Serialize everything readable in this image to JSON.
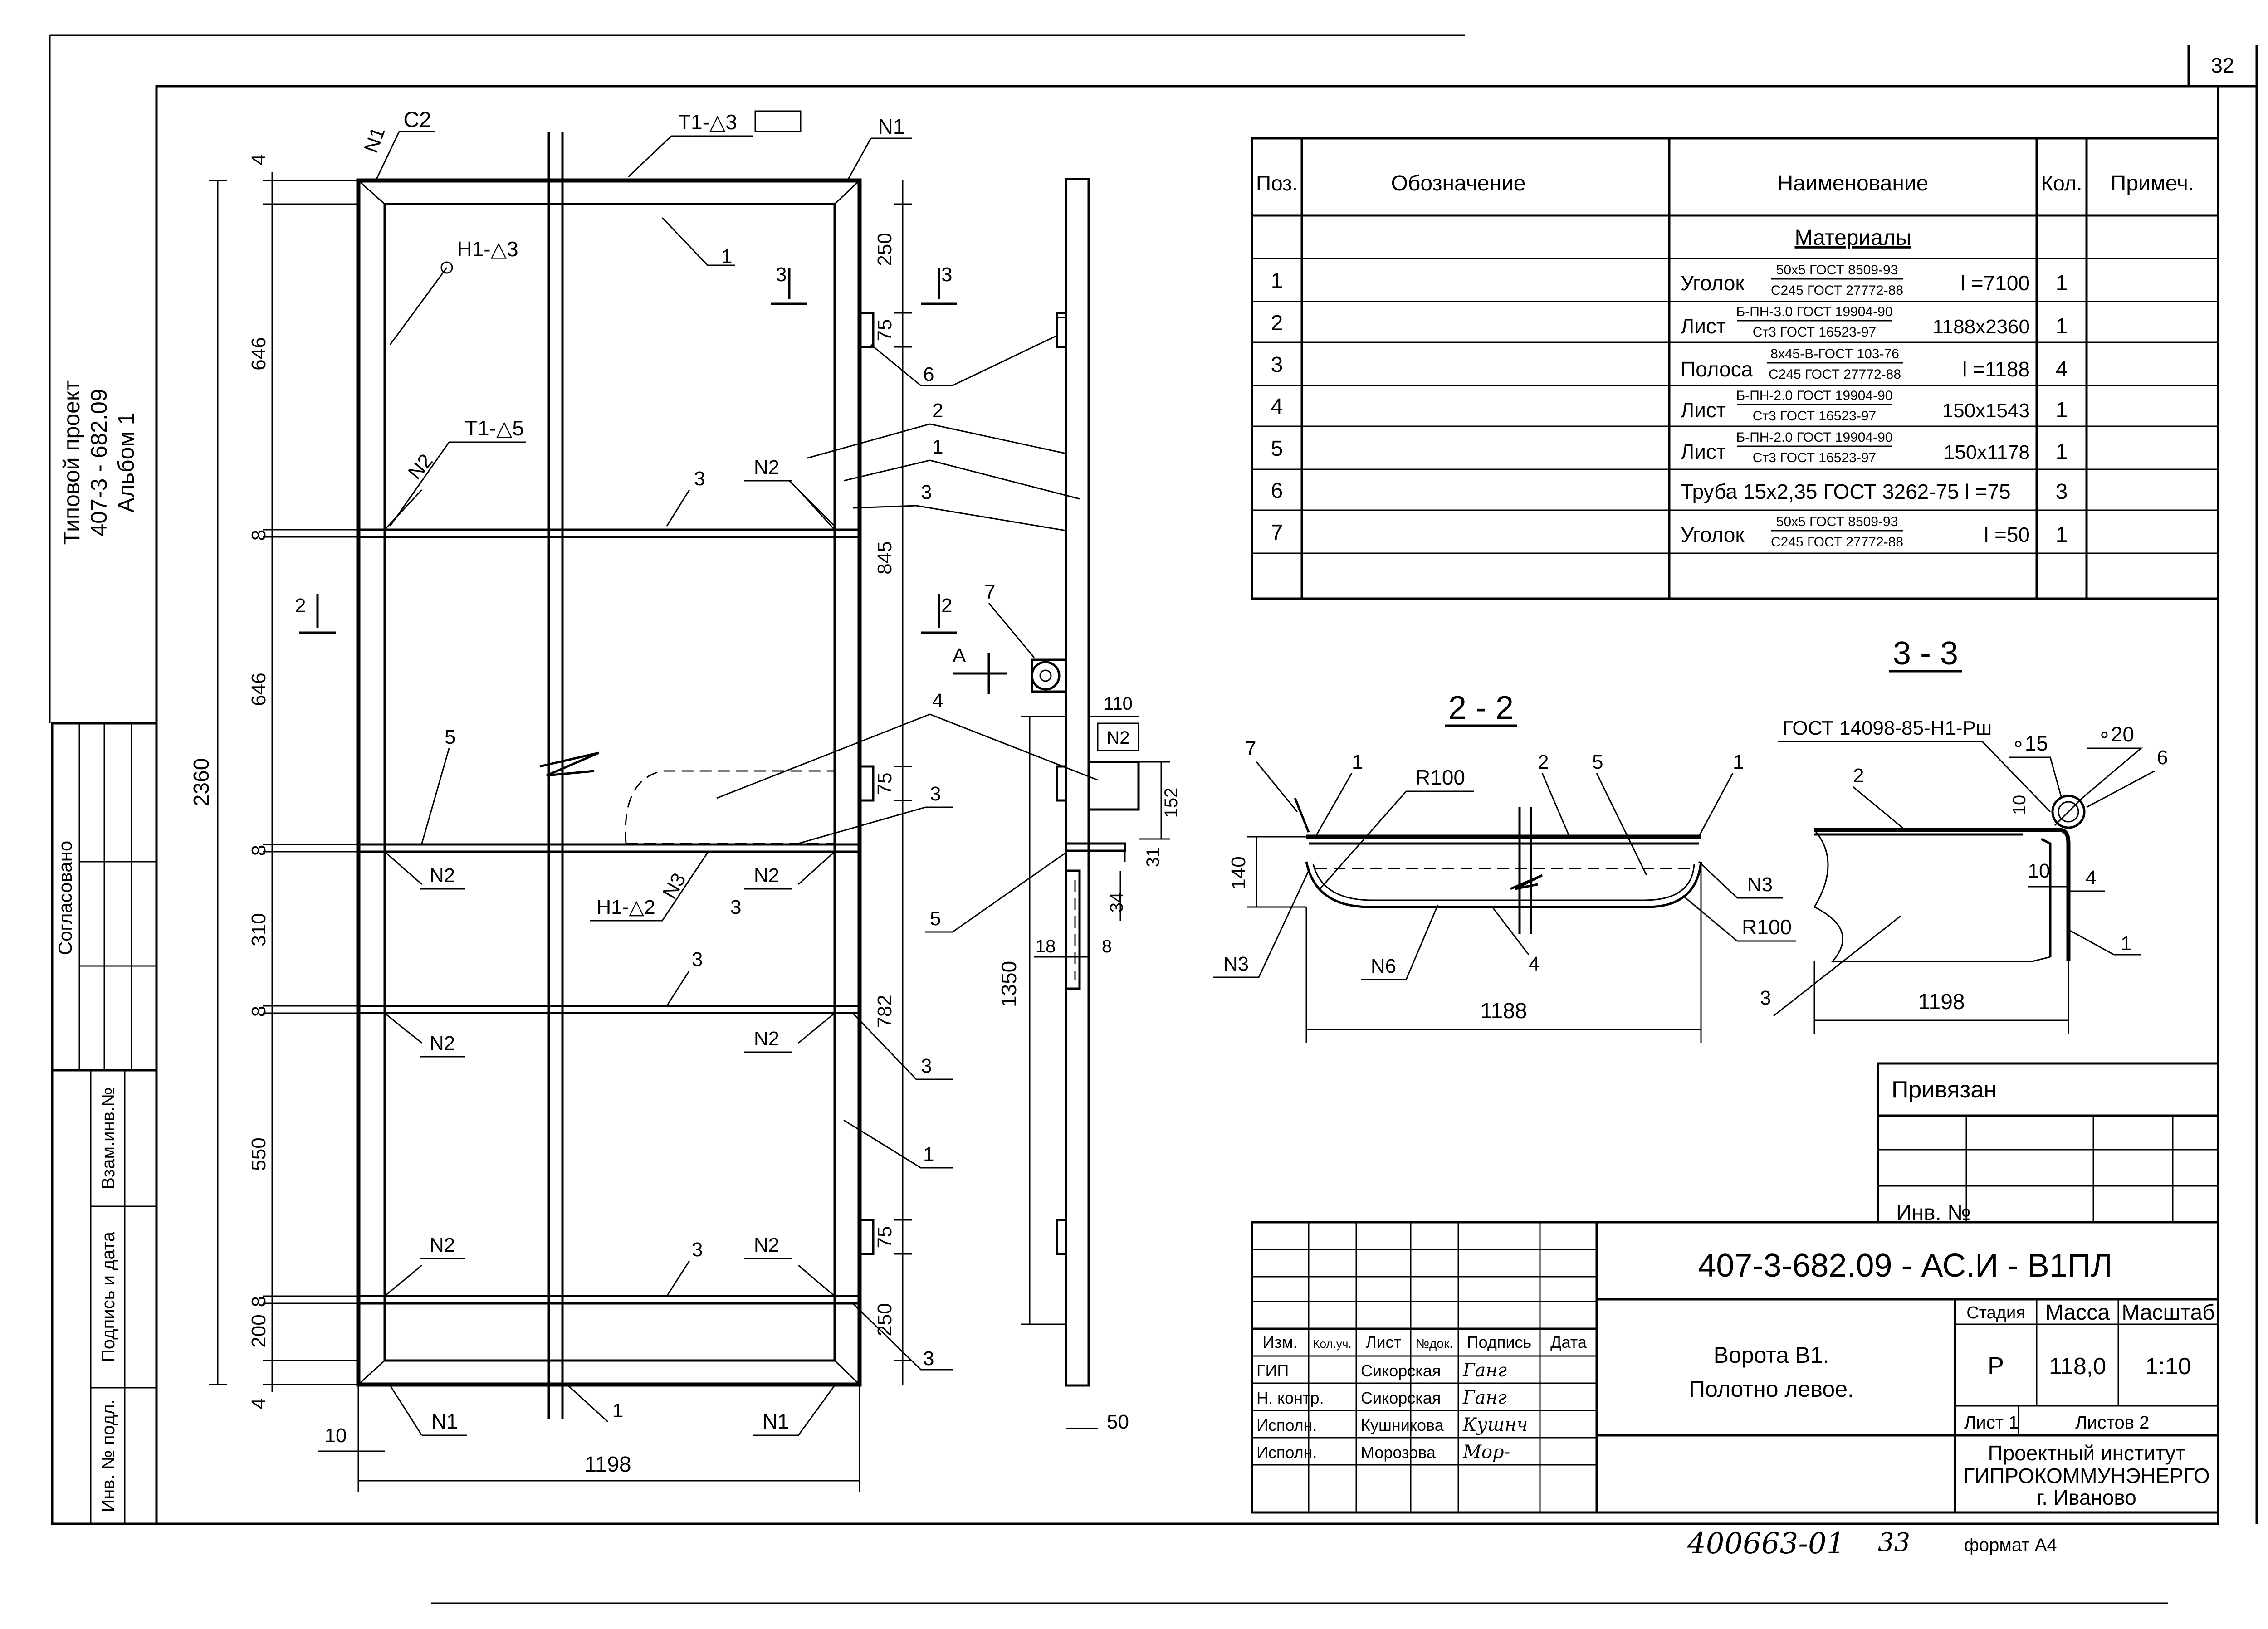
{
  "sheet": {
    "page_number": "32",
    "format_label": "формат А4",
    "handwritten_number": "400663-01",
    "handwritten_page": "33"
  },
  "side_stamp": {
    "project_line1": "Типовой проект",
    "project_line2": "407-3 - 682.09",
    "project_line3": "Альбом 1",
    "agreed": "Согласовано",
    "field_replace_inv": "Взам.инв.№",
    "field_sign_date": "Подпись и дата",
    "field_inv_orig": "Инв. № подл."
  },
  "spec_table": {
    "headers": [
      "Поз.",
      "Обозначение",
      "Наименование",
      "Кол.",
      "Примеч."
    ],
    "section_title": "Материалы",
    "rows": [
      {
        "pos": "1",
        "name_main": "Уголок",
        "frac_top": "50х5 ГОСТ 8509-93",
        "frac_bottom": "С245 ГОСТ 27772-88",
        "size": "l =7100",
        "qty": "1"
      },
      {
        "pos": "2",
        "name_main": "Лист",
        "frac_top": "Б-ПН-3.0 ГОСТ 19904-90",
        "frac_bottom": "Ст3 ГОСТ 16523-97",
        "size": "1188х2360",
        "qty": "1"
      },
      {
        "pos": "3",
        "name_main": "Полоса",
        "frac_top": "8х45-В-ГОСТ 103-76",
        "frac_bottom": "С245 ГОСТ 27772-88",
        "size": "l =1188",
        "qty": "4"
      },
      {
        "pos": "4",
        "name_main": "Лист",
        "frac_top": "Б-ПН-2.0 ГОСТ 19904-90",
        "frac_bottom": "Ст3 ГОСТ 16523-97",
        "size": "150х1543",
        "qty": "1"
      },
      {
        "pos": "5",
        "name_main": "Лист",
        "frac_top": "Б-ПН-2.0 ГОСТ 19904-90",
        "frac_bottom": "Ст3 ГОСТ 16523-97",
        "size": "150х1178",
        "qty": "1"
      },
      {
        "pos": "6",
        "name_main": "Труба 15х2,35  ГОСТ 3262-75  l =75",
        "frac_top": "",
        "frac_bottom": "",
        "size": "",
        "qty": "3"
      },
      {
        "pos": "7",
        "name_main": "Уголок",
        "frac_top": "50х5 ГОСТ 8509-93",
        "frac_bottom": "С245 ГОСТ 27772-88",
        "size": "l =50",
        "qty": "1"
      }
    ]
  },
  "main_view": {
    "top_labels": {
      "c2": "С2",
      "t1_3": "Т1-△3",
      "n1": "N1",
      "n1_side": "N1",
      "h1_3": "Н1-△3",
      "t1_5": "Т1-△5",
      "n2": "N2",
      "h1_2": "Н1-△2",
      "n3": "N3"
    },
    "left_dims": [
      "4",
      "646",
      "8",
      "646",
      "8",
      "310",
      "8",
      "550",
      "8",
      "200",
      "4"
    ],
    "overall_height": "2360",
    "inner_right_dims": [
      "250",
      "75",
      "845",
      "75",
      "782",
      "75",
      "250"
    ],
    "bottom_dims": {
      "left_edge": "10",
      "width": "1198"
    },
    "section_marks": {
      "mark3": "3",
      "mark2": "2"
    },
    "pos_labels": [
      "1",
      "2",
      "3",
      "4",
      "5",
      "6",
      "7"
    ]
  },
  "side_view": {
    "dims": {
      "d110": "110",
      "d152": "152",
      "d31": "31",
      "d34": "34",
      "d1350": "1350",
      "d18": "18",
      "d8": "8",
      "d50": "50"
    },
    "view_a": "А",
    "n2": "N2"
  },
  "section_2_2": {
    "title": "2 - 2",
    "dims": {
      "r100_top": "R100",
      "r100_bottom": "R100",
      "height": "140",
      "width": "1188"
    },
    "weld_labels": {
      "n3_left": "N3",
      "n3_right": "N3",
      "n6": "N6"
    },
    "pos_labels": [
      "7",
      "1",
      "2",
      "5",
      "1",
      "4"
    ]
  },
  "section_3_3": {
    "title": "3 - 3",
    "gost_note": "ГОСТ 14098-85-Н1-Рш",
    "dims": {
      "dia15": "∘15",
      "dia20": "∘20",
      "d10_top": "10",
      "d10": "10",
      "d4": "4",
      "width": "1198"
    },
    "pos_labels": [
      "2",
      "6",
      "3",
      "1"
    ]
  },
  "binding_block": {
    "title": "Привязан",
    "inv_label": "Инв. №"
  },
  "title_block": {
    "doc_code": "407-3-682.09 - АС.И - В1ПЛ",
    "header_cols": [
      "Изм.",
      "Кол.уч.",
      "Лист",
      "№док.",
      "Подпись",
      "Дата"
    ],
    "people": [
      {
        "role": "ГИП",
        "name": "Сикорская",
        "sign": "Ганг"
      },
      {
        "role": "Н. контр.",
        "name": "Сикорская",
        "sign": "Ганг"
      },
      {
        "role": "Исполн.",
        "name": "Кушникова",
        "sign": "Кушнч"
      },
      {
        "role": "Исполн.",
        "name": "Морозова",
        "sign": "Мор-"
      }
    ],
    "title_line1": "Ворота В1.",
    "title_line2": "Полотно левое.",
    "stage_label": "Стадия",
    "mass_label": "Масса",
    "scale_label": "Масштаб",
    "stage": "Р",
    "mass": "118,0",
    "scale": "1:10",
    "sheet_label": "Лист 1",
    "sheets_label": "Листов 2",
    "org_line1": "Проектный институт",
    "org_line2": "ГИПРОКОММУНЭНЕРГО",
    "org_line3": "г. Иваново"
  }
}
